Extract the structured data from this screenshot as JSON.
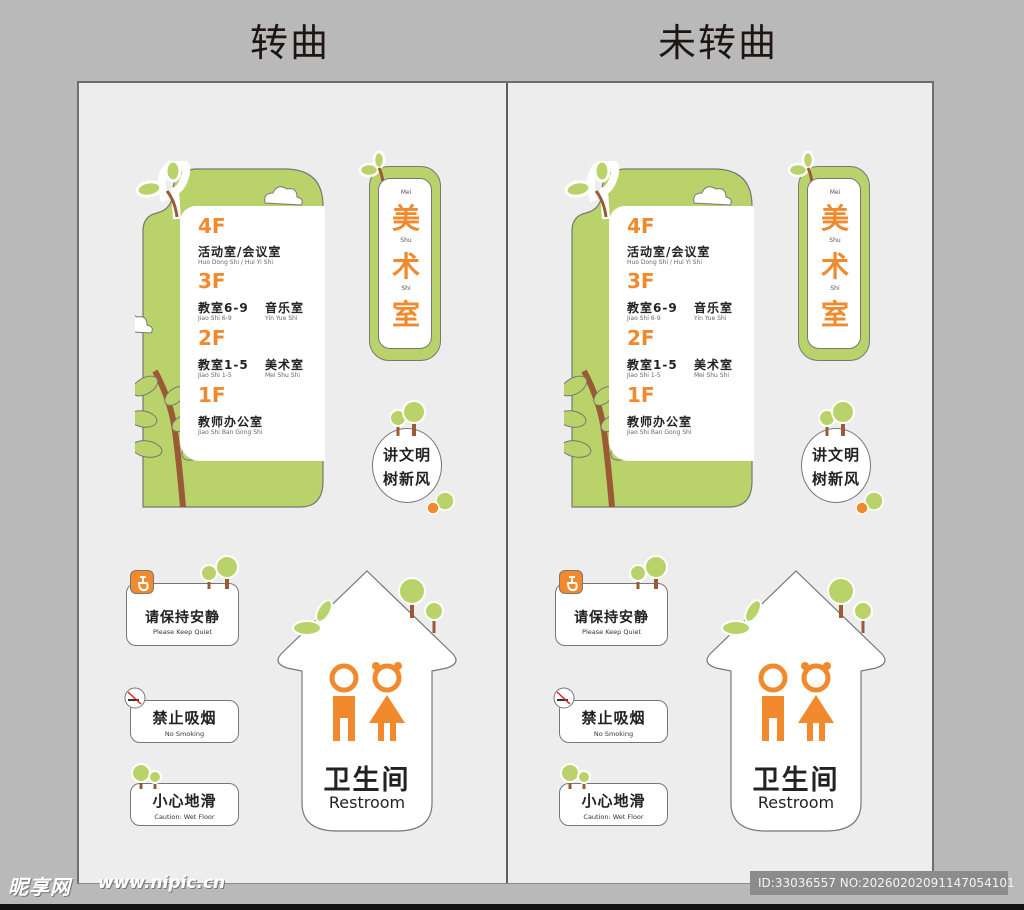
{
  "headings": {
    "left": "转曲",
    "right": "未转曲"
  },
  "colors": {
    "green": "#b9d36a",
    "orange": "#f08a2c",
    "trunk": "#9b5a36",
    "page_bg": "#b9b9b9",
    "board_bg": "#ededed"
  },
  "panels": [
    {
      "id": "left",
      "directory": {
        "floors": [
          {
            "floor": "4F",
            "rooms": [
              {
                "cn": "活动室/会议室",
                "py": "Huo Dong Shi  / Hui Yi Shi"
              }
            ]
          },
          {
            "floor": "3F",
            "rooms": [
              {
                "cn": "教室6-9",
                "py": "Jiao Shi 6-9"
              },
              {
                "cn": "音乐室",
                "py": "Yin Yue Shi"
              }
            ]
          },
          {
            "floor": "2F",
            "rooms": [
              {
                "cn": "教室1-5",
                "py": "Jiao Shi 1-5"
              },
              {
                "cn": "美术室",
                "py": "Mei Shu Shi"
              }
            ]
          },
          {
            "floor": "1F",
            "rooms": [
              {
                "cn": "教师办公室",
                "py": "Jiao Shi Ban Gong Shi"
              }
            ]
          }
        ]
      },
      "art_room": {
        "chars": [
          {
            "py": "Mei",
            "cn": "美"
          },
          {
            "py": "Shu",
            "cn": "术"
          },
          {
            "py": "Shi",
            "cn": "室"
          }
        ]
      },
      "slogan": {
        "line1": "讲文明",
        "line2": "树新风"
      },
      "quiet": {
        "cn": "请保持安静",
        "en": "Please Keep Quiet"
      },
      "no_smoking": {
        "cn": "禁止吸烟",
        "en": "No Smoking"
      },
      "wet_floor": {
        "cn": "小心地滑",
        "en": "Caution: Wet Floor"
      },
      "restroom": {
        "cn": "卫生间",
        "en": "Restroom"
      }
    },
    {
      "id": "right",
      "directory": {
        "floors": [
          {
            "floor": "4F",
            "rooms": [
              {
                "cn": "活动室/会议室",
                "py": "Huo Dong Shi  / Hui Yi Shi"
              }
            ]
          },
          {
            "floor": "3F",
            "rooms": [
              {
                "cn": "教室6-9",
                "py": "Jiao Shi 6-9"
              },
              {
                "cn": "音乐室",
                "py": "Yin Yue Shi"
              }
            ]
          },
          {
            "floor": "2F",
            "rooms": [
              {
                "cn": "教室1-5",
                "py": "Jiao Shi 1-5"
              },
              {
                "cn": "美术室",
                "py": "Mei Shu Shi"
              }
            ]
          },
          {
            "floor": "1F",
            "rooms": [
              {
                "cn": "教师办公室",
                "py": "Jiao Shi Ban Gong Shi"
              }
            ]
          }
        ]
      },
      "art_room": {
        "chars": [
          {
            "py": "Mei",
            "cn": "美"
          },
          {
            "py": "Shu",
            "cn": "术"
          },
          {
            "py": "Shi",
            "cn": "室"
          }
        ]
      },
      "slogan": {
        "line1": "讲文明",
        "line2": "树新风"
      },
      "quiet": {
        "cn": "请保持安静",
        "en": "Please Keep Quiet"
      },
      "no_smoking": {
        "cn": "禁止吸烟",
        "en": "No Smoking"
      },
      "wet_floor": {
        "cn": "小心地滑",
        "en": "Caution: Wet Floor"
      },
      "restroom": {
        "cn": "卫生间",
        "en": "Restroom"
      }
    }
  ],
  "watermark": {
    "logo": "昵享网",
    "url": "www.nipic.cn",
    "id_text": "ID:33036557 NO:20260202091147054101"
  }
}
